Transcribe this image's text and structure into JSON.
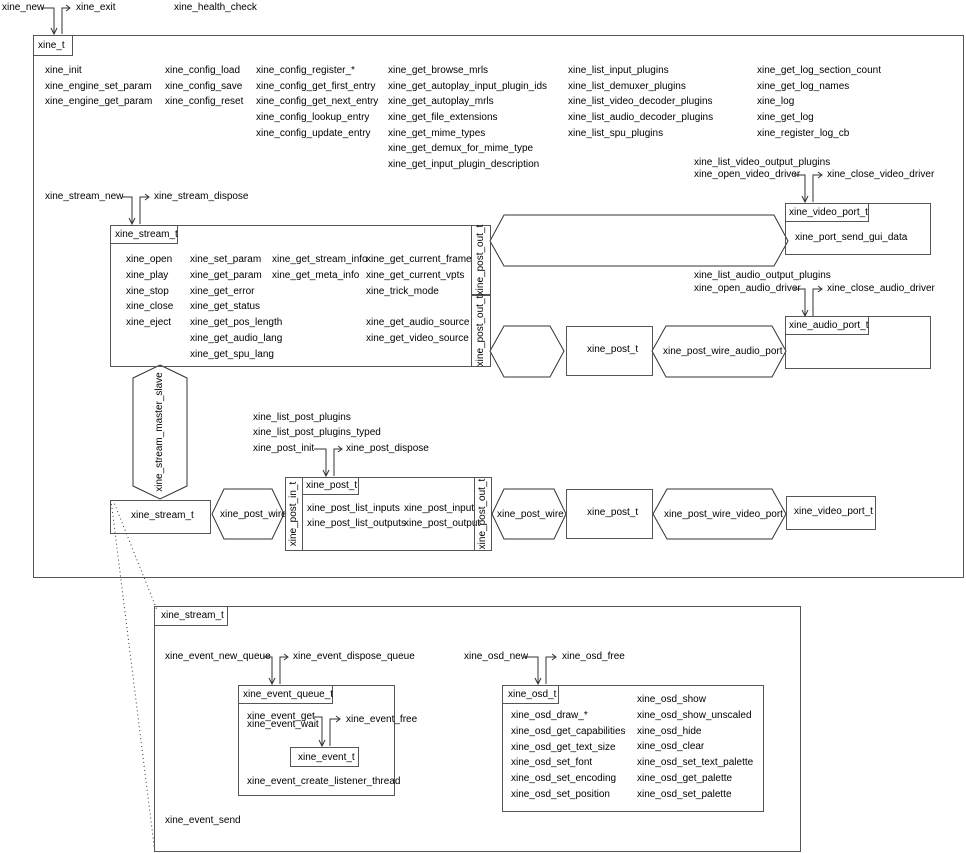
{
  "top": {
    "xine_new": "xine_new",
    "xine_exit": "xine_exit",
    "xine_health_check": "xine_health_check"
  },
  "xine_t": {
    "title": "xine_t",
    "col1": [
      "xine_init",
      "xine_engine_set_param",
      "xine_engine_get_param"
    ],
    "col2": [
      "xine_config_load",
      "xine_config_save",
      "xine_config_reset"
    ],
    "col3": [
      "xine_config_register_*",
      "xine_config_get_first_entry",
      "xine_config_get_next_entry",
      "xine_config_lookup_entry",
      "xine_config_update_entry"
    ],
    "col4": [
      "xine_get_browse_mrls",
      "xine_get_autoplay_input_plugin_ids",
      "xine_get_autoplay_mrls",
      "xine_get_file_extensions",
      "xine_get_mime_types",
      "xine_get_demux_for_mime_type",
      "xine_get_input_plugin_description"
    ],
    "col5": [
      "xine_list_input_plugins",
      "xine_list_demuxer_plugins",
      "xine_list_video_decoder_plugins",
      "xine_list_audio_decoder_plugins",
      "xine_list_spu_plugins"
    ],
    "col6": [
      "xine_get_log_section_count",
      "xine_get_log_names",
      "xine_log",
      "xine_get_log",
      "xine_register_log_cb"
    ]
  },
  "stream_new": "xine_stream_new",
  "stream_dispose": "xine_stream_dispose",
  "stream_box": {
    "title": "xine_stream_t",
    "col1": [
      "xine_open",
      "xine_play",
      "xine_stop",
      "xine_close",
      "xine_eject"
    ],
    "col2": [
      "xine_set_param",
      "xine_get_param",
      "xine_get_error",
      "xine_get_status",
      "xine_get_pos_length",
      "xine_get_audio_lang",
      "xine_get_spu_lang"
    ],
    "col3": [
      "xine_get_stream_info",
      "xine_get_meta_info"
    ],
    "col4a": [
      "xine_get_current_frame",
      "xine_get_current_vpts",
      "xine_trick_mode"
    ],
    "col4b": [
      "xine_get_audio_source",
      "xine_get_video_source"
    ],
    "post_out_1": "xine_post_out_t",
    "post_out_2": "xine_post_out_t"
  },
  "video_driver": {
    "list": "xine_list_video_output_plugins",
    "open": "xine_open_video_driver",
    "close": "xine_close_video_driver",
    "port_title": "xine_video_port_t",
    "port_item": "xine_port_send_gui_data"
  },
  "audio_driver": {
    "list": "xine_list_audio_output_plugins",
    "open": "xine_open_audio_driver",
    "close": "xine_close_audio_driver",
    "port_title": "xine_audio_port_t"
  },
  "post_row1": {
    "post_t": "xine_post_t",
    "wire_audio": "xine_post_wire_audio_port"
  },
  "master_slave": "xine_stream_master_slave",
  "post_funcs": {
    "list": "xine_list_post_plugins",
    "list_typed": "xine_list_post_plugins_typed",
    "init": "xine_post_init",
    "dispose": "xine_post_dispose"
  },
  "row2": {
    "stream_t": "xine_stream_t",
    "wire1": "xine_post_wire",
    "post_in": "xine_post_in_t",
    "post_t": "xine_post_t",
    "list_inputs": "xine_post_list_inputs",
    "list_outputs": "xine_post_list_outputs",
    "input": "xine_post_input",
    "output": "xine_post_output",
    "post_out": "xine_post_out_t",
    "wire2": "xine_post_wire",
    "post_t2": "xine_post_t",
    "wire_video": "xine_post_wire_video_port",
    "video_port": "xine_video_port_t"
  },
  "detail": {
    "title": "xine_stream_t",
    "event_new_queue": "xine_event_new_queue",
    "event_dispose_queue": "xine_event_dispose_queue",
    "queue_title": "xine_event_queue_t",
    "event_get": "xine_event_get",
    "event_wait": "xine_event_wait",
    "event_free": "xine_event_free",
    "event_t": "xine_event_t",
    "listener": "xine_event_create_listener_thread",
    "event_send": "xine_event_send",
    "osd_new": "xine_osd_new",
    "osd_free": "xine_osd_free",
    "osd_title": "xine_osd_t",
    "osd_col1": [
      "xine_osd_draw_*",
      "xine_osd_get_capabilities",
      "xine_osd_get_text_size",
      "xine_osd_set_font",
      "xine_osd_set_encoding",
      "xine_osd_set_position"
    ],
    "osd_col2": [
      "xine_osd_show",
      "xine_osd_show_unscaled",
      "xine_osd_hide",
      "xine_osd_clear",
      "xine_osd_set_text_palette",
      "xine_osd_get_palette",
      "xine_osd_set_palette"
    ]
  }
}
